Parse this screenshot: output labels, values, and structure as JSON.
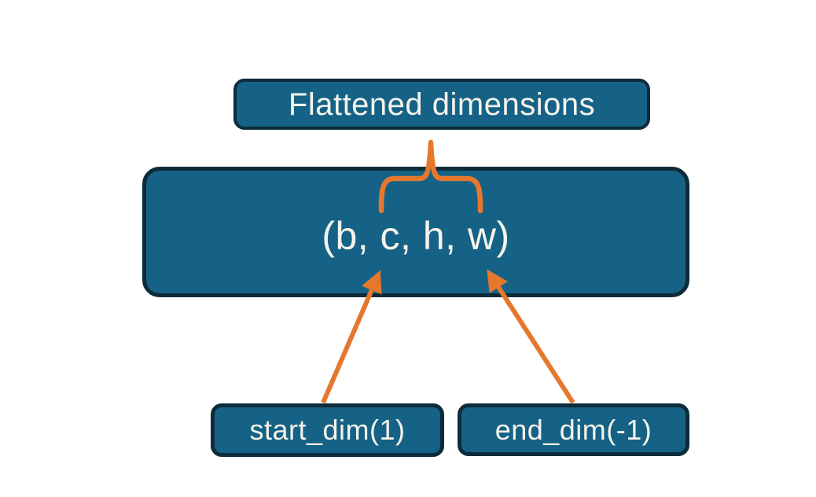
{
  "diagram": {
    "description": "Tensor flatten dimensions diagram",
    "colors": {
      "background": "#ffffff",
      "node_fill": "#156286",
      "node_border": "#0e2b3a",
      "node_text": "#f5f3ec",
      "accent_orange": "#e5782d"
    },
    "nodes": {
      "flattened": {
        "label": "Flattened dimensions"
      },
      "tensor": {
        "label": "(b, c, h, w)"
      },
      "start_dim": {
        "label": "start_dim(1)"
      },
      "end_dim": {
        "label": "end_dim(-1)"
      }
    },
    "connectors": {
      "brace": "curly-brace from tensor dims up to Flattened dimensions box",
      "start_arrow": "arrow from start_dim(1) box to dim b/c position",
      "end_arrow": "arrow from end_dim(-1) box to dim h/w position"
    }
  }
}
